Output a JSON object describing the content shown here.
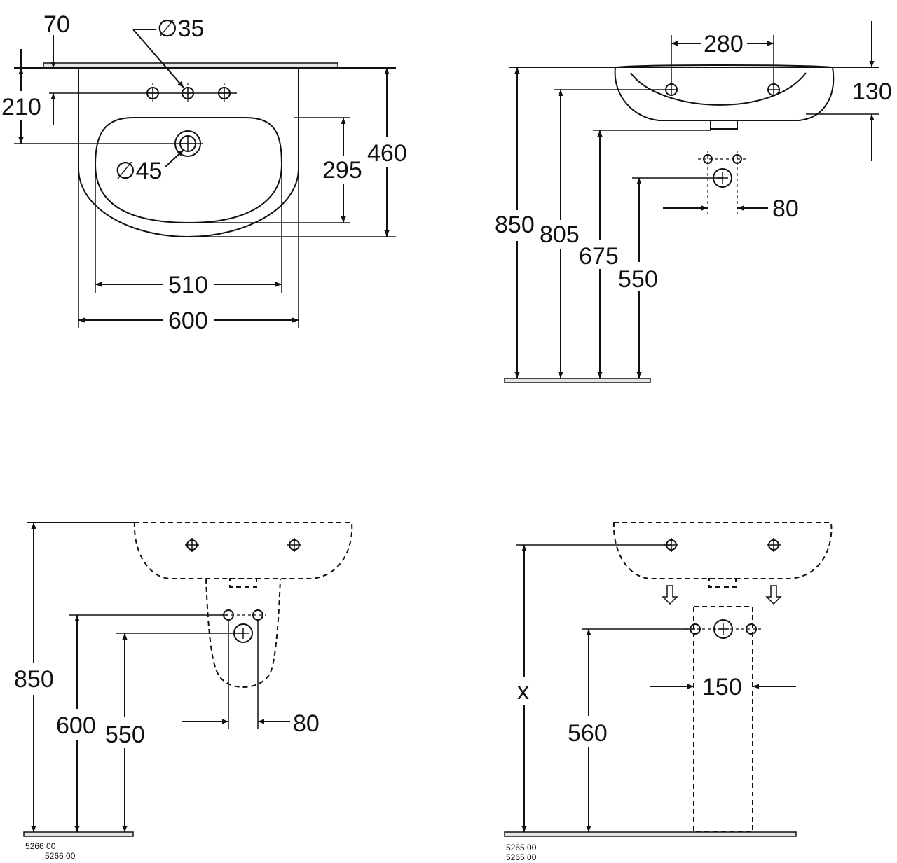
{
  "views": {
    "top": {
      "d70": "70",
      "d35": "∅35",
      "d210": "210",
      "d45": "∅45",
      "d295": "295",
      "d460": "460",
      "d510": "510",
      "d600": "600"
    },
    "side": {
      "d280": "280",
      "d130": "130",
      "d850": "850",
      "d805": "805",
      "d675": "675",
      "d550": "550",
      "d80": "80"
    },
    "half_pedestal": {
      "d850": "850",
      "d600": "600",
      "d550": "550",
      "d80": "80",
      "code_a": "5266 00",
      "code_b": "5266 00"
    },
    "pedestal": {
      "dx": "x",
      "d560": "560",
      "d150": "150",
      "code_a": "5265 00",
      "code_b": "5265 00"
    }
  }
}
